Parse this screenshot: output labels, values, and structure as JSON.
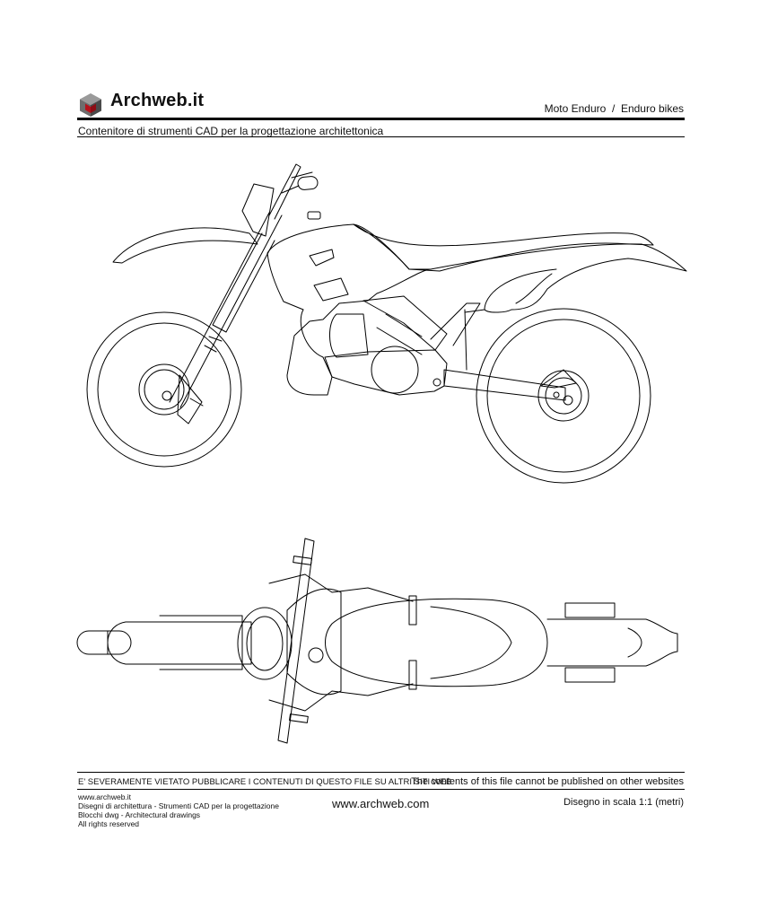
{
  "header": {
    "brand": "Archweb.it",
    "category": "Moto Enduro  /  Enduro bikes",
    "subtitle": "Contenitore di strumenti CAD per la progettazione architettonica",
    "logo_icon": "cube-logo-icon"
  },
  "drawing": {
    "views": [
      "side-view",
      "top-view"
    ]
  },
  "footer": {
    "warning_it": "E' SEVERAMENTE VIETATO PUBBLICARE I CONTENUTI DI QUESTO FILE SU ALTRI SITI WEB",
    "warning_en": "The contents of this file cannot be published on other websites",
    "info_lines": [
      "www.archweb.it",
      "Disegni di architettura - Strumenti CAD  per la progettazione",
      "Blocchi dwg - Architectural drawings",
      "All rights reserved"
    ],
    "url": "www.archweb.com",
    "scale": "Disegno in scala 1:1 (metri)"
  },
  "colors": {
    "line": "#000000",
    "logo_red": "#b5121b",
    "logo_grey": "#6d6d6d"
  }
}
